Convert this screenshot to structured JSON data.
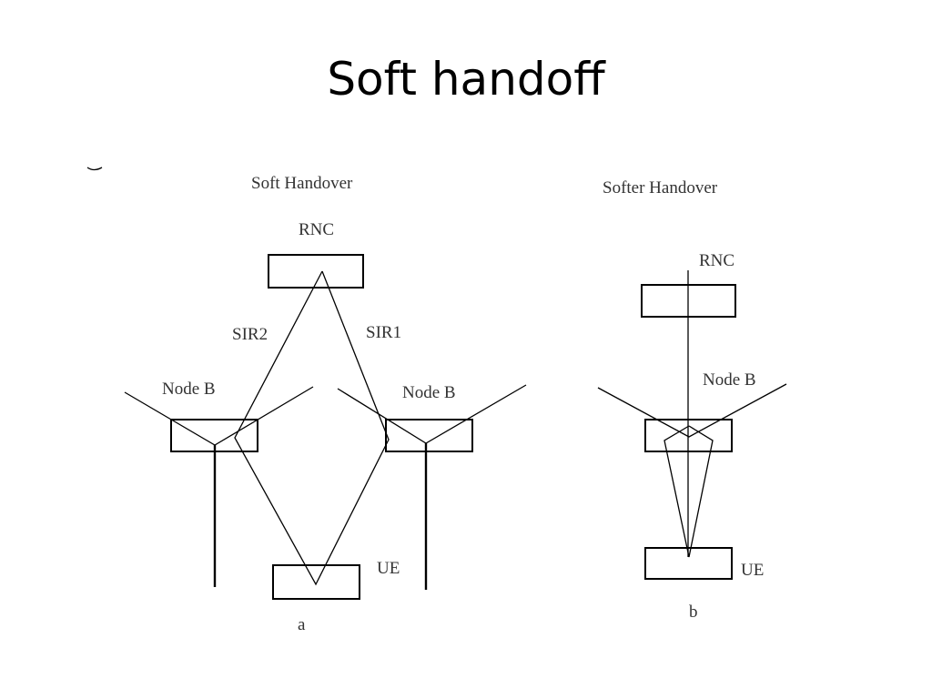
{
  "slide": {
    "title": "Soft handoff"
  },
  "diagram_a": {
    "title": "Soft Handover",
    "rnc_label": "RNC",
    "link_left_label": "SIR2",
    "link_right_label": "SIR1",
    "node_left_label": "Node B",
    "node_right_label": "Node B",
    "ue_label": "UE",
    "caption": "a"
  },
  "diagram_b": {
    "title": "Softer Handover",
    "rnc_label": "RNC",
    "node_label": "Node B",
    "ue_label": "UE",
    "caption": "b"
  },
  "colors": {
    "line": "#000000",
    "label": "#333333",
    "background": "#ffffff"
  }
}
